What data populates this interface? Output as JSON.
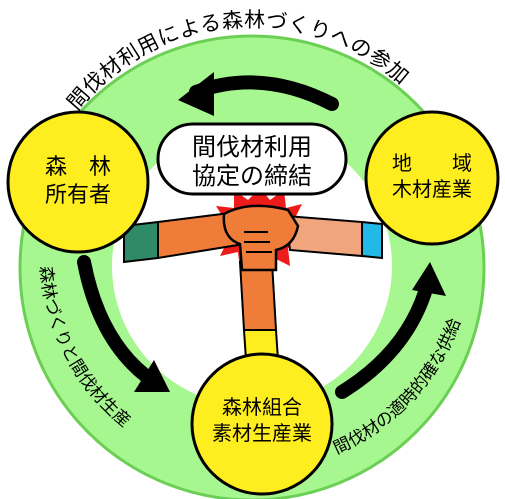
{
  "colors": {
    "ring": "#a6f78f",
    "ring_stroke": "#6ccf55",
    "node_fill": "#ffee1f",
    "node_stroke": "#000000",
    "arrow": "#000000",
    "burst": "#ee1b1b",
    "sleeve_left_green": "#2f8a68",
    "sleeve_right_blue": "#23b9e6",
    "skin_orange": "#f07c3a",
    "skin_peach": "#f1a57c",
    "vertical_yellow": "#ffee1f"
  },
  "nodes": {
    "forest_owner": {
      "line1": "森　林",
      "line2": "所有者"
    },
    "regional_timber": {
      "line1": "地　　域",
      "line2": "木材産業"
    },
    "forestry_coop": {
      "line1": "森林組合",
      "line2": "素材生産業"
    }
  },
  "center_label": {
    "line1": "間伐材利用",
    "line2": "協定の締結"
  },
  "arc_labels": {
    "top": "間伐材利用による森林づくりへの参加",
    "left": "森林づくりと間伐材生産",
    "right": "間伐材の適時的確な供給"
  },
  "icons": {
    "handshake": "handshake-icon",
    "burst": "explosion-burst-icon"
  }
}
